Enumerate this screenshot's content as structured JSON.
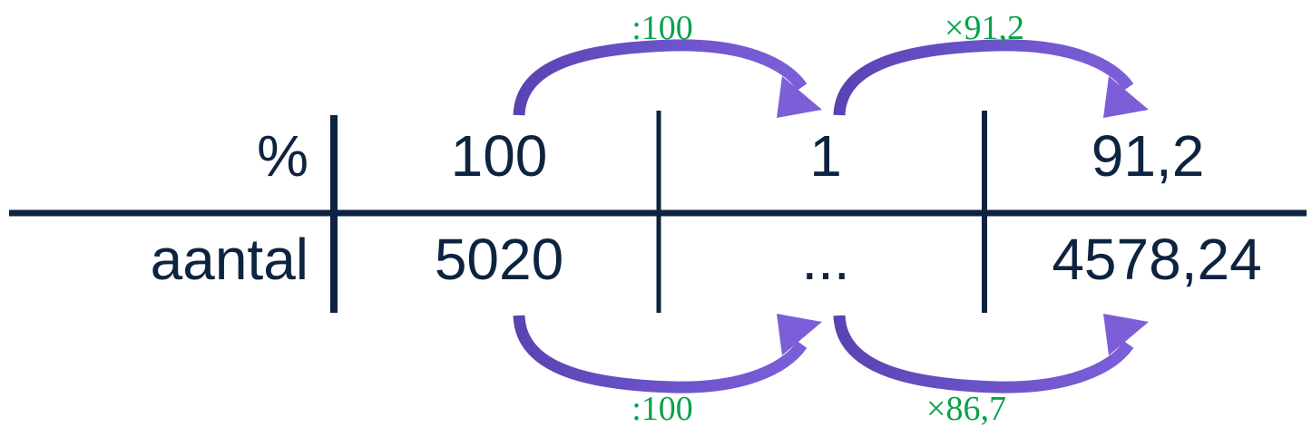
{
  "diagram": {
    "type": "ratio-table",
    "title": "",
    "colors": {
      "text": "#0d2340",
      "rule": "#0d2340",
      "arrow_tail": "#5b43b4",
      "arrow_head": "#7c5fd8",
      "operation_label": "#07a24a",
      "background": "#ffffff"
    },
    "row_labels": [
      "%",
      "aantal"
    ],
    "rows": [
      {
        "name": "percent-row",
        "label": "%",
        "cells": [
          "100",
          "1",
          "91,2"
        ]
      },
      {
        "name": "count-row",
        "label": "aantal",
        "cells": [
          "5020",
          "...",
          "4578,24"
        ]
      }
    ],
    "arrows": [
      {
        "name": "top-left-arrow",
        "label": ":100",
        "from_cell": "100",
        "to_cell": "1",
        "direction": "right",
        "position": "above"
      },
      {
        "name": "top-right-arrow",
        "label": "×91,2",
        "from_cell": "1",
        "to_cell": "91,2",
        "direction": "right",
        "position": "above"
      },
      {
        "name": "bottom-left-arrow",
        "label": ":100",
        "from_cell": "5020",
        "to_cell": "...",
        "direction": "right",
        "position": "below"
      },
      {
        "name": "bottom-right-arrow",
        "label": "×86,7",
        "from_cell": "...",
        "to_cell": "4578,24",
        "direction": "right",
        "position": "below"
      }
    ]
  }
}
